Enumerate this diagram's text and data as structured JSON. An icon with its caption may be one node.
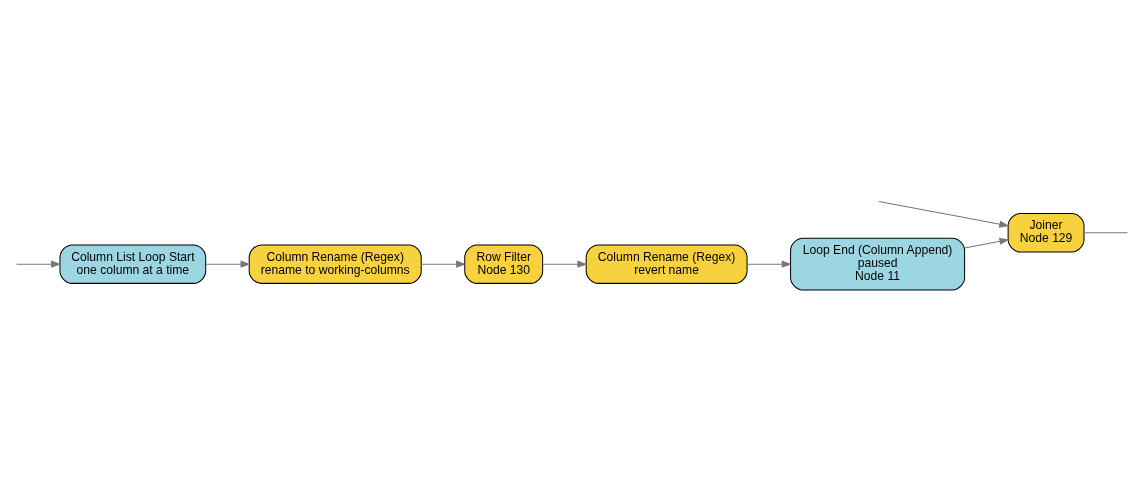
{
  "diagram": {
    "nodes": [
      {
        "text": [
          "Column List Loop Start",
          "one column at a time"
        ]
      },
      {
        "text": [
          "Column Rename (Regex)",
          "rename to working-columns"
        ]
      },
      {
        "text": [
          "Row Filter",
          "Node 130"
        ]
      },
      {
        "text": [
          "Column Rename (Regex)",
          "revert name"
        ]
      },
      {
        "text": [
          "Loop End (Column Append)",
          "paused",
          "Node 11"
        ]
      },
      {
        "text": [
          "Joiner",
          "Node 129"
        ]
      }
    ],
    "edges": [
      {
        "from": null,
        "to": 0,
        "arrow": "to"
      },
      {
        "from": 0,
        "to": 1,
        "arrow": "to"
      },
      {
        "from": 1,
        "to": 2,
        "arrow": "to"
      },
      {
        "from": 2,
        "to": 3,
        "arrow": "to"
      },
      {
        "from": 3,
        "to": 4,
        "arrow": "to"
      },
      {
        "from": 4,
        "to": 5,
        "arrow": "to"
      },
      {
        "from": null,
        "to": 5,
        "arrow": "to"
      },
      {
        "from": 5,
        "to": null,
        "arrow": "none"
      }
    ]
  }
}
